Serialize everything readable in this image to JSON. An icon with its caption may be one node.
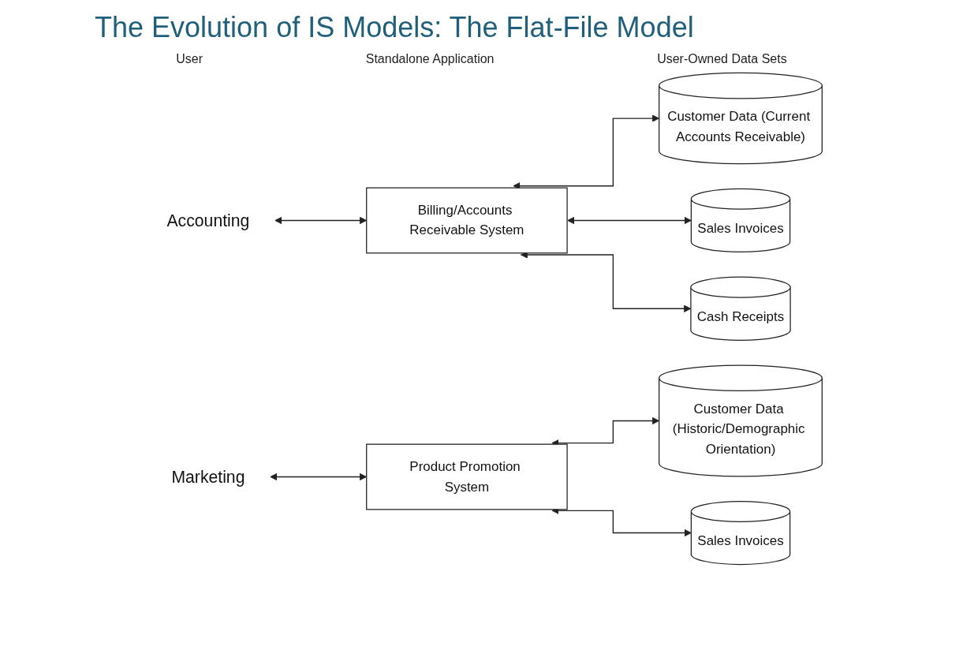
{
  "diagram": {
    "title": "The Evolution of IS Models: The Flat-File Model",
    "nodes": [
      {
        "text": [
          "Accounting"
        ]
      },
      {
        "text": [
          "Billing/Accounts Receivable System"
        ]
      },
      {
        "text": [
          "Customer Data (Current Accounts Receivable)"
        ]
      },
      {
        "text": [
          "Sales Invoices"
        ]
      },
      {
        "text": [
          "Cash Receipts"
        ]
      },
      {
        "text": [
          "Marketing"
        ]
      },
      {
        "text": [
          "Product Promotion System"
        ]
      },
      {
        "text": [
          "Customer Data (Historic/Demographic Orientation)"
        ]
      },
      {
        "text": [
          "Sales Invoices"
        ]
      }
    ],
    "edges": [
      {
        "from": 0,
        "to": 1,
        "arrow": "both"
      },
      {
        "from": 1,
        "to": 2,
        "arrow": "both"
      },
      {
        "from": 1,
        "to": 3,
        "arrow": "both"
      },
      {
        "from": 1,
        "to": 4,
        "arrow": "both"
      },
      {
        "from": 5,
        "to": 6,
        "arrow": "both"
      },
      {
        "from": 6,
        "to": 7,
        "arrow": "both"
      },
      {
        "from": 6,
        "to": 8,
        "arrow": "both"
      }
    ],
    "labels": [
      "User",
      "Standalone Application",
      "User-Owned Data Sets"
    ]
  }
}
